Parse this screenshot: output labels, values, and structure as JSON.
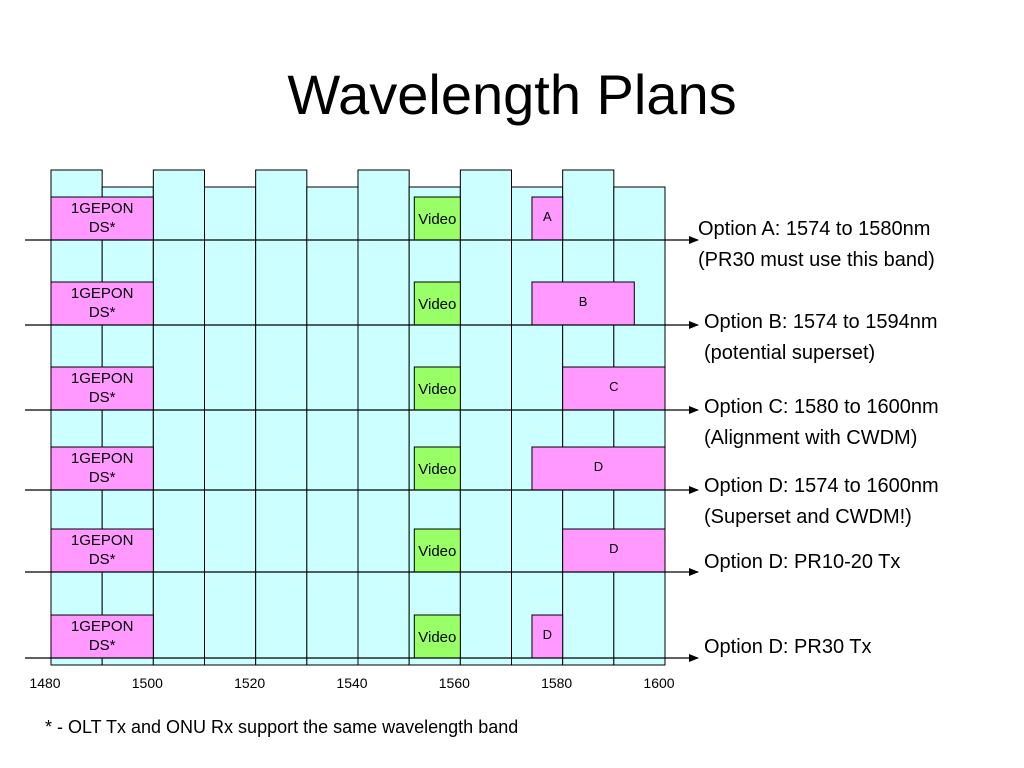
{
  "title": "Wavelength Plans",
  "colors": {
    "channel_fill": "#ccffff",
    "gepon_fill": "#ff99ff",
    "video_fill": "#99ff66",
    "option_fill": "#ff99ff",
    "line": "#000000"
  },
  "axis": {
    "min": 1480,
    "max": 1600,
    "ticks": [
      "1480",
      "1500",
      "1520",
      "1540",
      "1560",
      "1580",
      "1600"
    ]
  },
  "channels": [
    {
      "start": 1480,
      "end": 1490,
      "raised": true
    },
    {
      "start": 1490,
      "end": 1500,
      "raised": false
    },
    {
      "start": 1500,
      "end": 1510,
      "raised": true
    },
    {
      "start": 1510,
      "end": 1520,
      "raised": false
    },
    {
      "start": 1520,
      "end": 1530,
      "raised": true
    },
    {
      "start": 1530,
      "end": 1540,
      "raised": false
    },
    {
      "start": 1540,
      "end": 1550,
      "raised": true
    },
    {
      "start": 1550,
      "end": 1560,
      "raised": false
    },
    {
      "start": 1560,
      "end": 1570,
      "raised": true
    },
    {
      "start": 1570,
      "end": 1580,
      "raised": false
    },
    {
      "start": 1580,
      "end": 1590,
      "raised": true
    },
    {
      "start": 1590,
      "end": 1600,
      "raised": false
    }
  ],
  "rows": [
    {
      "gepon_label": [
        "1GEPON",
        "DS*"
      ],
      "video_label": "Video",
      "option_box": {
        "label": "A",
        "start": 1574,
        "end": 1580
      },
      "description": [
        "Option A: 1574 to 1580nm",
        "(PR30 must use this band)"
      ]
    },
    {
      "gepon_label": [
        "1GEPON",
        "DS*"
      ],
      "video_label": "Video",
      "option_box": {
        "label": "B",
        "start": 1574,
        "end": 1594
      },
      "description": [
        "Option B: 1574 to 1594nm",
        "(potential superset)"
      ]
    },
    {
      "gepon_label": [
        "1GEPON",
        "DS*"
      ],
      "video_label": "Video",
      "option_box": {
        "label": "C",
        "start": 1580,
        "end": 1600
      },
      "description": [
        "Option C: 1580 to 1600nm",
        "(Alignment with CWDM)"
      ]
    },
    {
      "gepon_label": [
        "1GEPON",
        "DS*"
      ],
      "video_label": "Video",
      "option_box": {
        "label": "D",
        "start": 1574,
        "end": 1600
      },
      "description": [
        "Option D: 1574 to 1600nm",
        "(Superset and CWDM!)"
      ]
    },
    {
      "gepon_label": [
        "1GEPON",
        "DS*"
      ],
      "video_label": "Video",
      "option_box": {
        "label": "D",
        "start": 1580,
        "end": 1600
      },
      "description": [
        "Option D: PR10-20 Tx"
      ]
    },
    {
      "gepon_label": [
        "1GEPON",
        "DS*"
      ],
      "video_label": "Video",
      "option_box": {
        "label": "D",
        "start": 1574,
        "end": 1580
      },
      "description": [
        "Option D: PR30 Tx"
      ]
    }
  ],
  "footnote": "* - OLT Tx and ONU Rx support the same wavelength band"
}
